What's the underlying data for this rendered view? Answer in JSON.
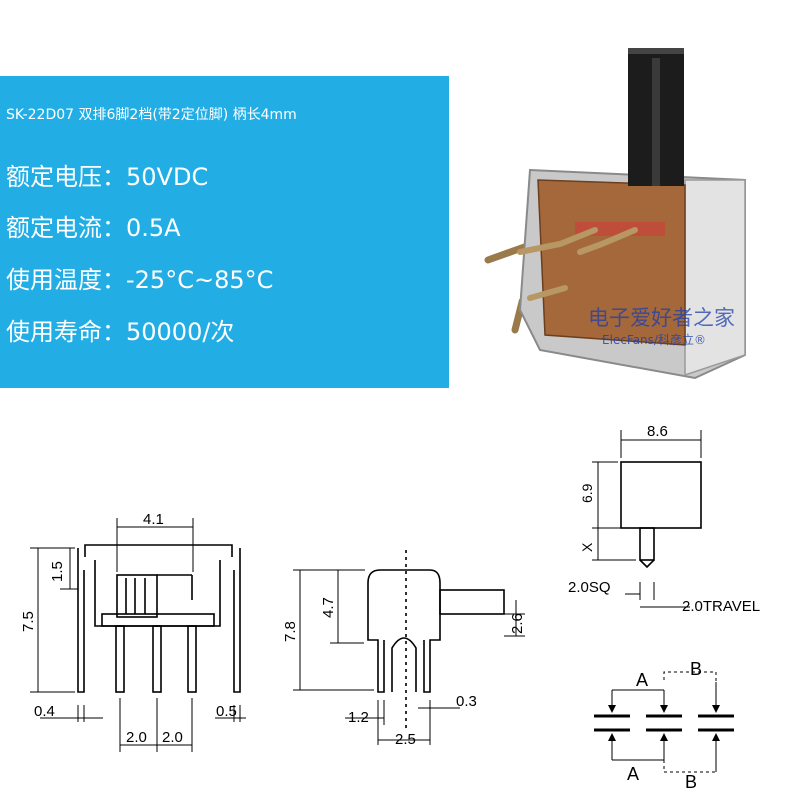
{
  "spec": {
    "title": "SK-22D07 双排6脚2档(带2定位脚) 柄长4mm",
    "rows": [
      {
        "label": "额定电压：",
        "value": "50VDC"
      },
      {
        "label": "额定电流：",
        "value": "0.5A"
      },
      {
        "label": "使用温度：",
        "value": "-25°C~85°C"
      },
      {
        "label": "使用寿命：",
        "value": "50000/次"
      }
    ]
  },
  "watermark": {
    "cn": "电子爱好者之家",
    "en": "ElecFans/科彦立®"
  },
  "front_view": {
    "dim_top": "4.1",
    "dim_height": "7.5",
    "dim_upper": "1.5",
    "dim_left_foot": "0.4",
    "dim_right_foot": "0.5",
    "pitch_1": "2.0",
    "pitch_2": "2.0"
  },
  "side_view": {
    "dim_height": "7.8",
    "dim_mid": "4.7",
    "dim_handle": "2.6",
    "dim_left": "1.2",
    "dim_pin": "0.3",
    "dim_bottom": "2.5"
  },
  "top_view": {
    "dim_width": "8.6",
    "dim_height": "6.9",
    "dim_x": "X",
    "dim_sq": "2.0SQ",
    "dim_travel": "2.0TRAVEL"
  },
  "schematic": {
    "label_a": "A",
    "label_b": "B"
  }
}
